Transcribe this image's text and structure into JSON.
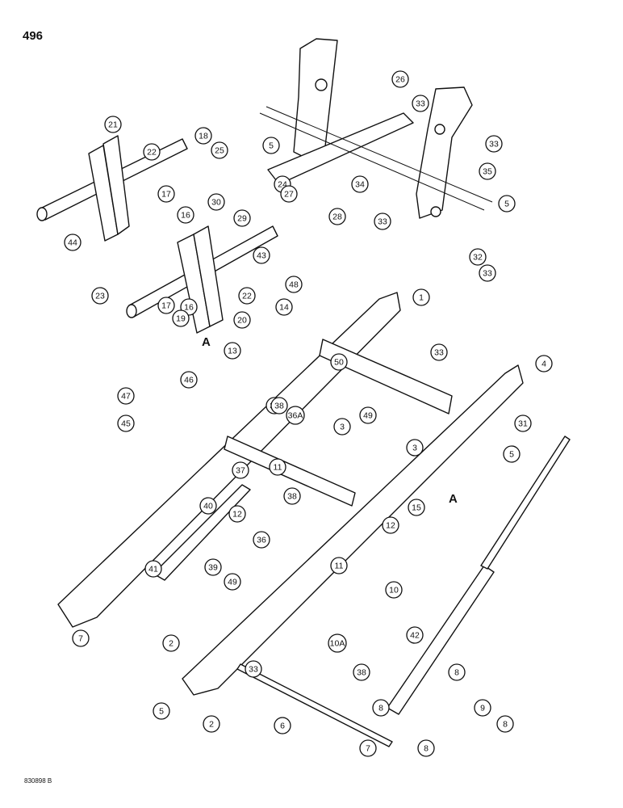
{
  "page_number": "496",
  "drawing_id": "830898 B",
  "reference_letter": "A",
  "callouts": [
    "1",
    "2",
    "2",
    "3",
    "3",
    "4",
    "5",
    "5",
    "5",
    "5",
    "6",
    "7",
    "7",
    "8",
    "8",
    "8",
    "8",
    "9",
    "10",
    "10A",
    "11",
    "11",
    "12",
    "12",
    "13",
    "14",
    "15",
    "16",
    "16",
    "17",
    "17",
    "18",
    "19",
    "20",
    "21",
    "22",
    "22",
    "23",
    "24",
    "25",
    "26",
    "27",
    "28",
    "29",
    "30",
    "31",
    "32",
    "33",
    "33",
    "33",
    "33",
    "33",
    "33",
    "34",
    "35",
    "36",
    "36A",
    "37",
    "38",
    "38",
    "38",
    "38",
    "39",
    "40",
    "41",
    "42",
    "43",
    "44",
    "45",
    "46",
    "47",
    "48",
    "49",
    "49",
    "50"
  ]
}
